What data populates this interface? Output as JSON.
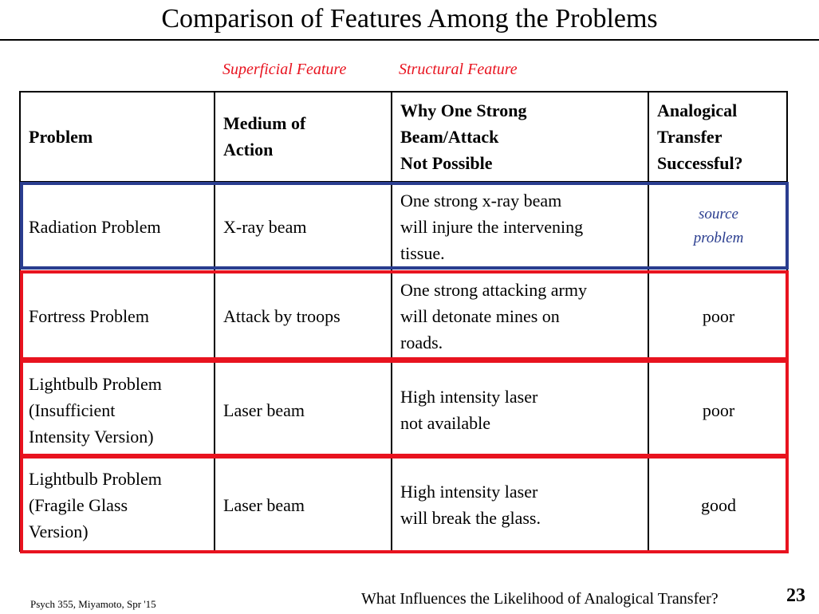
{
  "title": "Comparison of Features Among the Problems",
  "labels": {
    "superficial": "Superficial Feature",
    "structural": "Structural Feature"
  },
  "table": {
    "headers": [
      "Problem",
      "Medium of\nAction",
      "Why One Strong\nBeam/Attack\nNot Possible",
      "Analogical\nTransfer\nSuccessful?"
    ],
    "rows": [
      {
        "problem": "Radiation Problem",
        "medium": "X-ray beam",
        "why": "One strong x-ray beam\nwill injure the intervening\ntissue.",
        "transfer": "source\nproblem"
      },
      {
        "problem": "Fortress Problem",
        "medium": "Attack by troops",
        "why": "One strong attacking army\nwill detonate mines on\nroads.",
        "transfer": "poor"
      },
      {
        "problem": "Lightbulb Problem\n(Insufficient\nIntensity Version)",
        "medium": "Laser beam",
        "why": "High intensity laser\nnot available",
        "transfer": "poor"
      },
      {
        "problem": "Lightbulb Problem\n(Fragile Glass\nVersion)",
        "medium": "Laser beam",
        "why": "High intensity laser\nwill break the glass.",
        "transfer": "good"
      }
    ]
  },
  "footer": {
    "course": "Psych 355, Miyamoto, Spr '15",
    "question": "What Influences the Likelihood of Analogical Transfer?",
    "page": "23"
  },
  "colors": {
    "highlight_red": "#e8131f",
    "highlight_blue": "#2a3d8f",
    "source_text": "#2a3d8f"
  }
}
